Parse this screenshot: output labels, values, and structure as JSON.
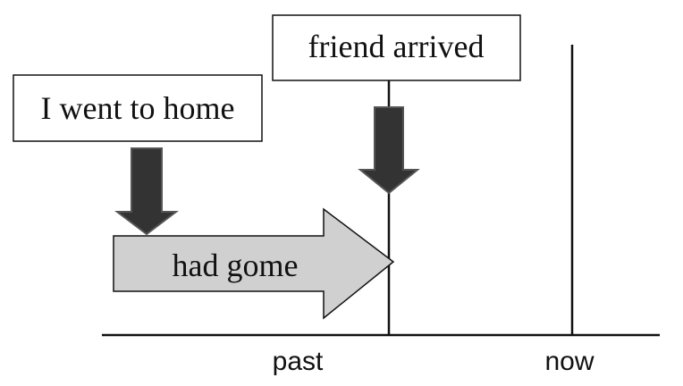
{
  "diagram": {
    "event_boxes": {
      "went_home": "I went to home",
      "friend_arrived": "friend arrived"
    },
    "arrow_label": "had gome",
    "axis_labels": {
      "past": "past",
      "now": "now"
    },
    "colors": {
      "line": "#111111",
      "down_arrow_fill": "#333333",
      "down_arrow_stroke": "#555555",
      "big_arrow_fill": "#d0d0d0",
      "box_fill": "#ffffff"
    }
  }
}
